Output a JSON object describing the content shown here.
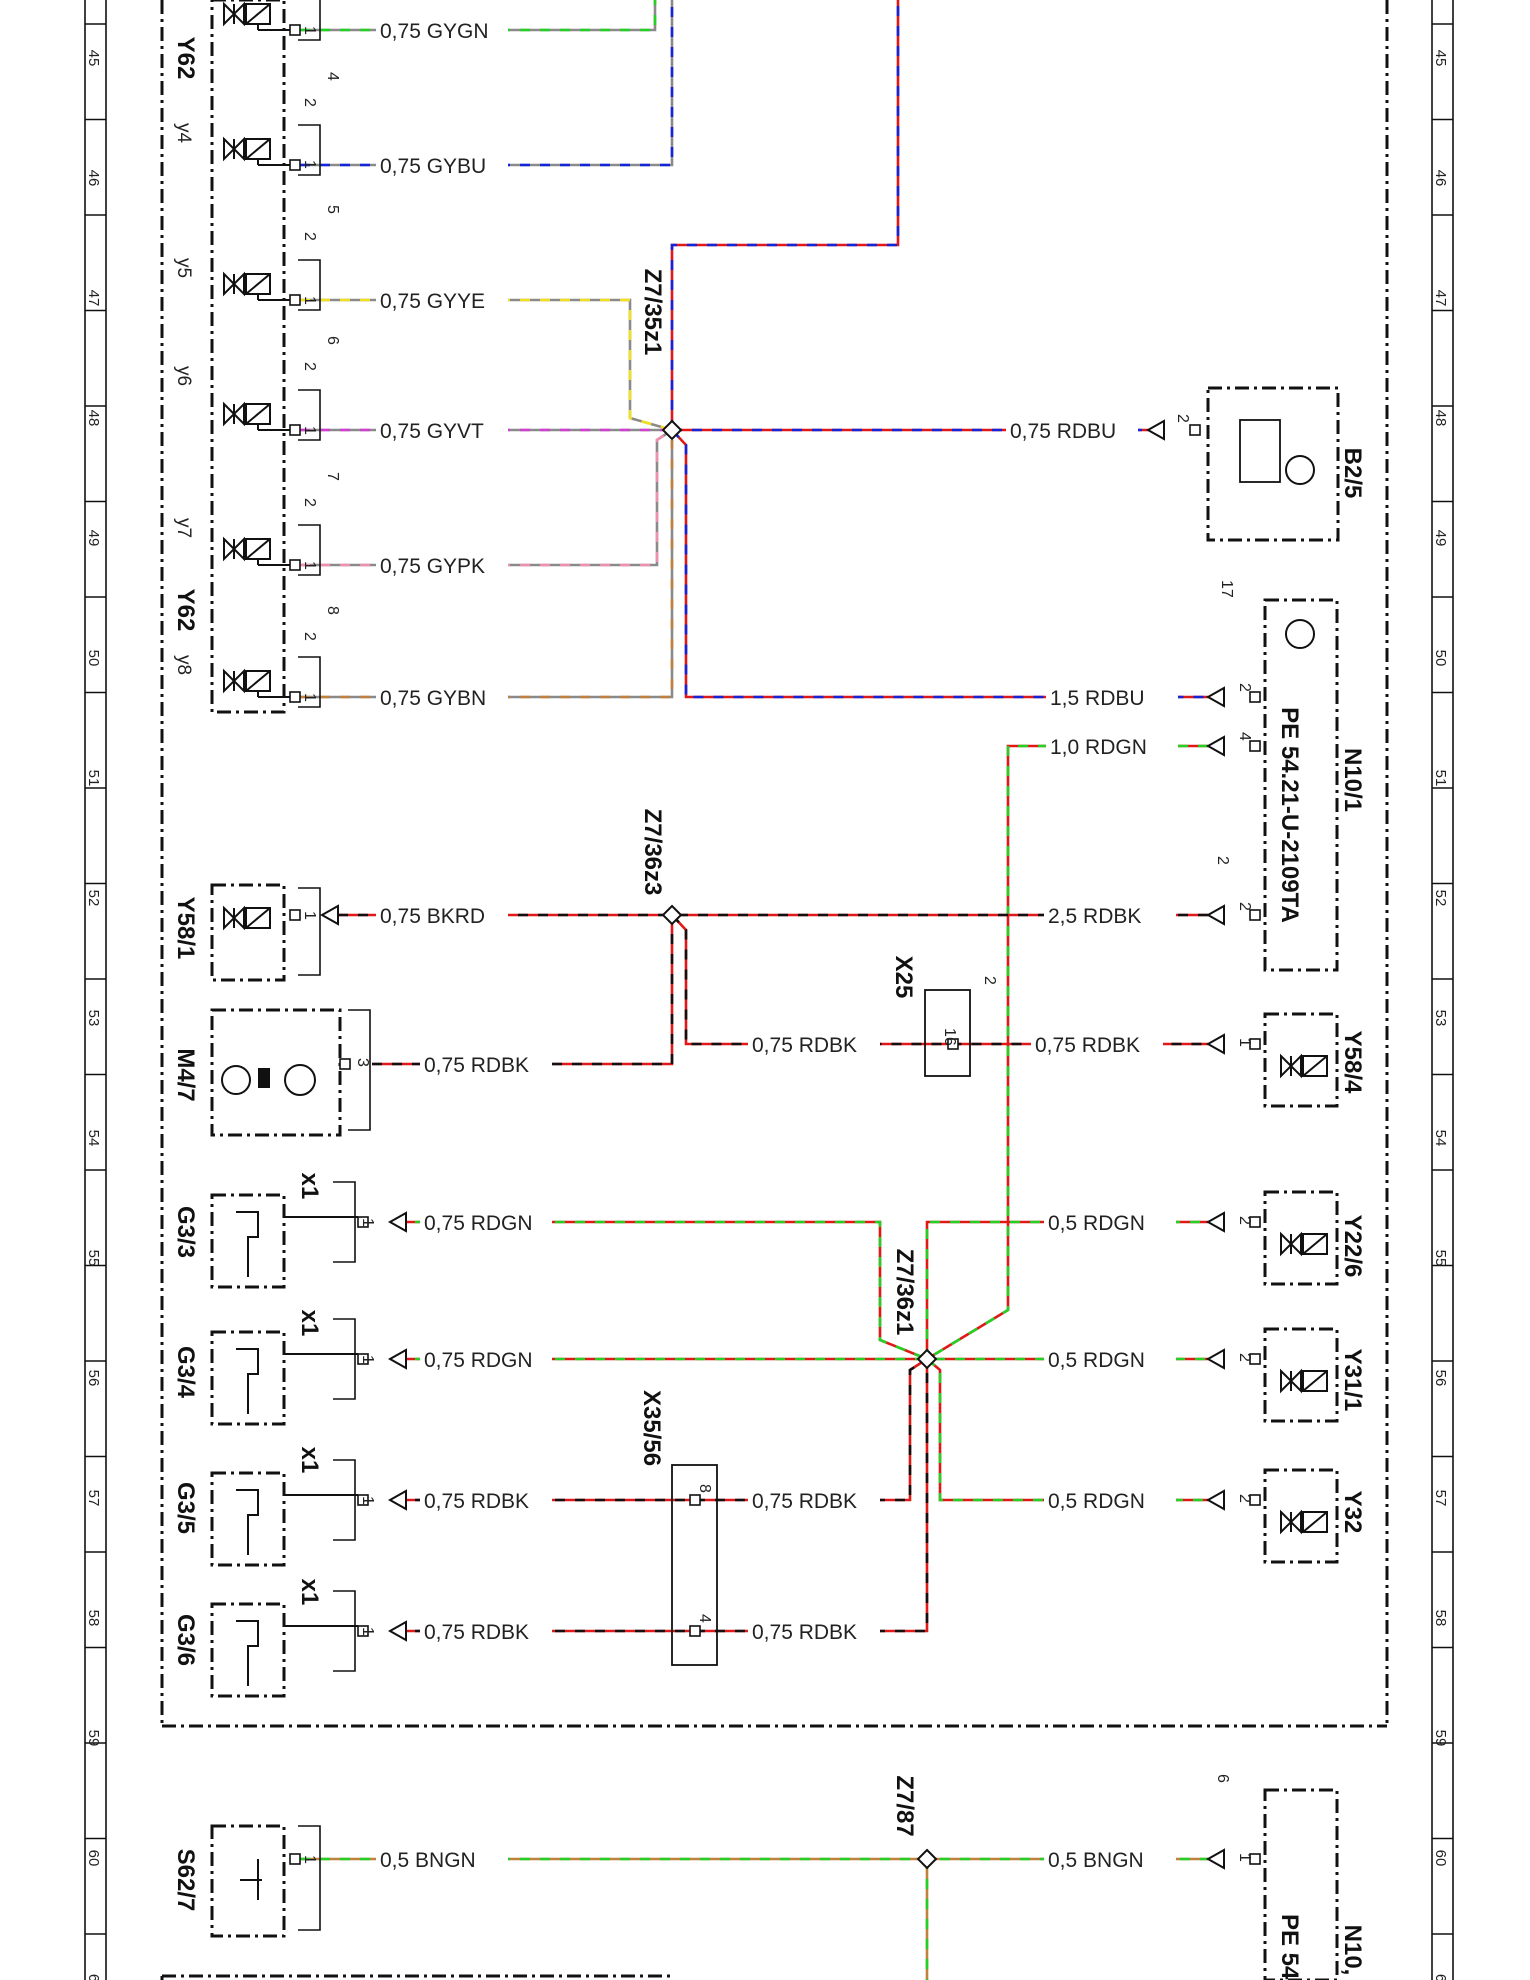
{
  "row_numbers": [
    "45",
    "46",
    "47",
    "48",
    "49",
    "50",
    "51",
    "52",
    "53",
    "54",
    "55",
    "56",
    "57",
    "58",
    "59",
    "60",
    "6"
  ],
  "colors": {
    "GY": "#8a8a8a",
    "GN": "#23d023",
    "BU": "#1424d8",
    "YE": "#f0e020",
    "VT": "#d040d0",
    "PK": "#f090b0",
    "BN": "#c08040",
    "RD": "#e01818",
    "BK": "#111111"
  },
  "components": {
    "y62_top": "Y62",
    "y62_bottom": "Y62",
    "y4": "y4",
    "y5": "y5",
    "y6": "y6",
    "y7": "y7",
    "y8": "y8",
    "y58_1": "Y58/1",
    "m4_7": "M4/7",
    "g3_3": "G3/3",
    "g3_4": "G3/4",
    "g3_5": "G3/5",
    "g3_6": "G3/6",
    "s62_7": "S62/7",
    "b2_5": "B2/5",
    "n10_1": "N10/1",
    "n10_1_part": "PE 54.21-U-2109TA",
    "y58_4": "Y58/4",
    "y22_6": "Y22/6",
    "y31_1": "Y31/1",
    "y32": "Y32",
    "n10_bottom": "N10,",
    "n10_bottom_part": "PE 54.",
    "x25": "X25",
    "x35_56": "X35/56",
    "x1": "x1"
  },
  "splices": {
    "z7_35z1": "Z7/35z1",
    "z7_36z3": "Z7/36z3",
    "z7_36z1": "Z7/36z1",
    "z7_87": "Z7/87"
  },
  "wires": {
    "gygn": "0,75 GYGN",
    "gybu": "0,75 GYBU",
    "gyye": "0,75 GYYE",
    "gyvt": "0,75 GYVT",
    "gypk": "0,75 GYPK",
    "gybn": "0,75 GYBN",
    "rdbu_b25": "0,75 RDBU",
    "rdbu_n10": "1,5 RDBU",
    "rdgn_n10": "1,0 RDGN",
    "bkrd": "0,75 BKRD",
    "rdbk_n10": "2,5 RDBK",
    "rdbk_m47": "0,75 RDBK",
    "rdbk_x25_l": "0,75 RDBK",
    "rdbk_x25_r": "0,75 RDBK",
    "rdgn_g33": "0,75 RDGN",
    "rdgn_g34": "0,75 RDGN",
    "rdbk_g35": "0,75 RDBK",
    "rdbk_g36": "0,75 RDBK",
    "rdbk_x35_8": "0,75 RDBK",
    "rdbk_x35_4": "0,75 RDBK",
    "rdgn_y226": "0,5 RDGN",
    "rdgn_y311": "0,5 RDGN",
    "rdgn_y32": "0,5 RDGN",
    "bngn_l": "0,5 BNGN",
    "bngn_r": "0,5 BNGN"
  },
  "pins": {
    "p1": "1",
    "p2": "2",
    "p3": "3",
    "p4": "4",
    "p5": "5",
    "p6": "6",
    "p7": "7",
    "p8": "8",
    "p16": "16",
    "p17": "17"
  }
}
